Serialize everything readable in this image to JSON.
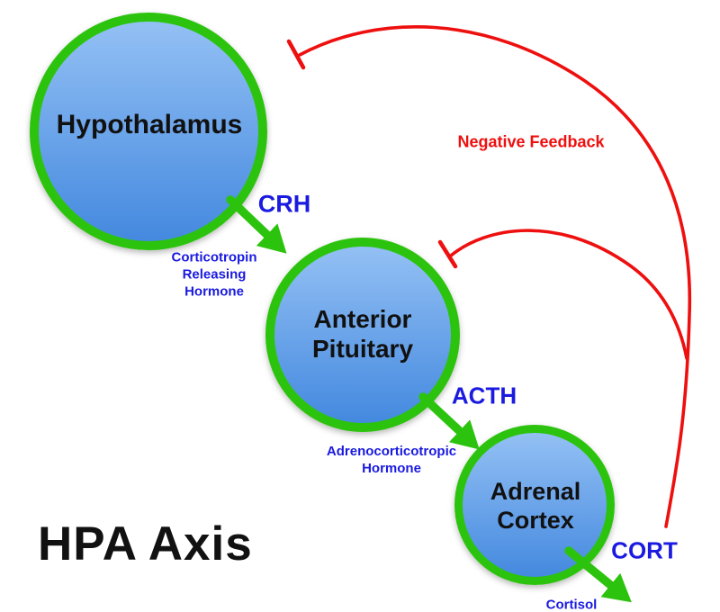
{
  "diagram_title": "HPA Axis",
  "nodes": {
    "hypothalamus": {
      "label": "Hypothalamus"
    },
    "anterior_pituitary": {
      "line1": "Anterior",
      "line2": "Pituitary"
    },
    "adrenal_cortex": {
      "line1": "Adrenal",
      "line2": "Cortex"
    }
  },
  "hormones": {
    "crh": {
      "abbr": "CRH",
      "name_line1": "Corticotropin",
      "name_line2": "Releasing",
      "name_line3": "Hormone"
    },
    "acth": {
      "abbr": "ACTH",
      "name_line1": "Adrenocorticotropic",
      "name_line2": "Hormone"
    },
    "cort": {
      "abbr": "CORT",
      "name": "Cortisol"
    }
  },
  "feedback": {
    "label": "Negative Feedback"
  },
  "colors": {
    "node_fill_top": "#93c0f4",
    "node_fill_bottom": "#4489df",
    "node_border_green": "#2cc30e",
    "arrow_green": "#2cc30e",
    "feedback_red": "#ee0f0f",
    "hormone_blue": "#1a1ae0",
    "title_black": "#111111"
  }
}
